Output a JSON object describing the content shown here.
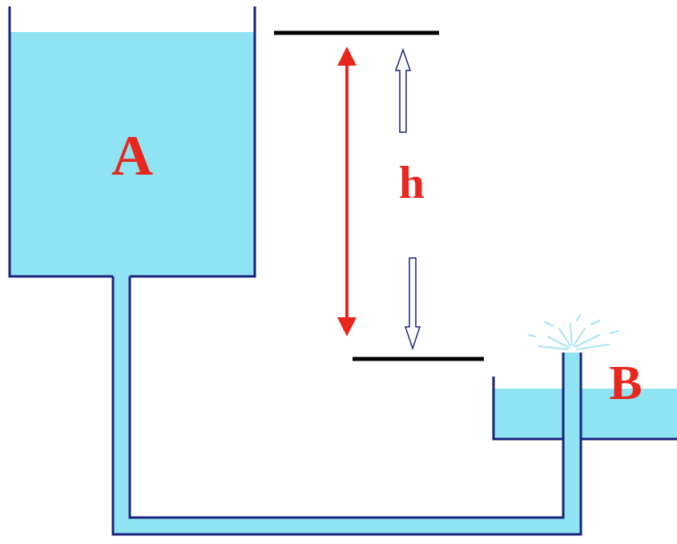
{
  "diagram": {
    "nodes": [
      {
        "text": [
          "A"
        ]
      },
      {
        "text": [
          "B"
        ]
      }
    ],
    "labels": [
      "h"
    ]
  }
}
